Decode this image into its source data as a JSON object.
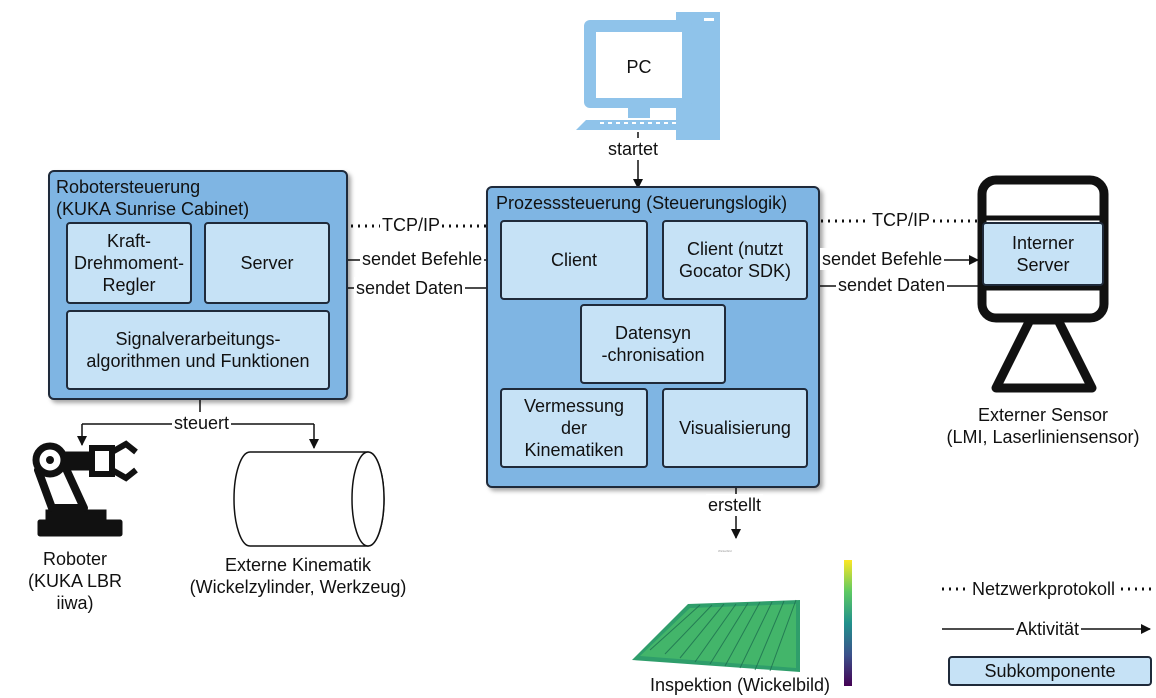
{
  "pc": {
    "label": "PC"
  },
  "labels": {
    "startet": "startet",
    "steuert": "steuert",
    "erstellt": "erstellt",
    "tcpip_left": "TCP/IP",
    "tcpip_right": "TCP/IP",
    "sendet_befehle_left": "sendet Befehle",
    "sendet_daten_left": "sendet Daten",
    "sendet_befehle_right": "sendet Befehle",
    "sendet_daten_right": "sendet Daten"
  },
  "robotersteuerung": {
    "title": "Robotersteuerung\n(KUKA Sunrise Cabinet)",
    "kraft": "Kraft-\nDrehmoment-\nRegler",
    "server": "Server",
    "signal": "Signalverarbeitungs-\nalgorithmen und Funktionen"
  },
  "prozess": {
    "title": "Prozesssteuerung (Steuerungslogik)",
    "client": "Client",
    "client_gocator": "Client (nutzt\nGocator SDK)",
    "datensync": "Datensyn\n-chronisation",
    "vermessung": "Vermessung\nder\nKinematiken",
    "visualisierung": "Visualisierung"
  },
  "sensor": {
    "interner_server": "Interner\nServer",
    "caption": "Externer Sensor\n(LMI, Laserliniensensor)"
  },
  "roboter": {
    "caption": "Roboter\n(KUKA LBR iiwa)"
  },
  "kinematik": {
    "caption": "Externe Kinematik\n(Wickelzylinder, Werkzeug)"
  },
  "inspektion": {
    "caption": "Inspektion (Wickelbild)"
  },
  "legend": {
    "network": "Netzwerkprotokoll",
    "activity": "Aktivität",
    "sub": "Subkomponente"
  },
  "colors": {
    "main_fill": "#7fb5e3",
    "sub_fill": "#c6e2f6",
    "outline": "#1f2a3a"
  }
}
